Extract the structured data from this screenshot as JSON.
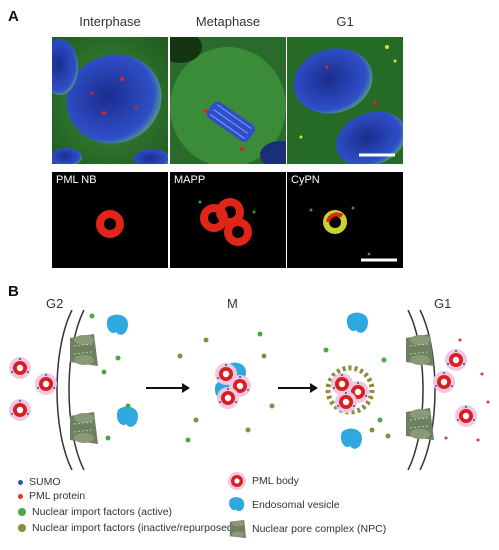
{
  "panel_a": {
    "letter": "A",
    "columns": [
      "Interphase",
      "Metaphase",
      "G1"
    ],
    "insets": [
      "PML NB",
      "MAPP",
      "CyPN"
    ]
  },
  "panel_b": {
    "letter": "B",
    "stages": [
      "G2",
      "M",
      "G1"
    ]
  },
  "legend": {
    "left": [
      {
        "label": "SUMO",
        "color": "#2a58a8"
      },
      {
        "label": "PML protein",
        "color": "#d63a2f"
      },
      {
        "label": "Nuclear import factors (active)",
        "color": "#4ca64a"
      },
      {
        "label": "Nuclear import factors (inactive/repurposed)",
        "color": "#8c8c3a"
      }
    ],
    "right": [
      {
        "label": "PML body",
        "icon": "pml-body-icon"
      },
      {
        "label": "Endosomal vesicle",
        "icon": "endosomal-vesicle-icon"
      },
      {
        "label": "Nuclear pore complex (NPC)",
        "icon": "npc-icon"
      }
    ]
  },
  "colors": {
    "nucleus": "#2f4fc8",
    "cytoplasm": "#2f7a2f",
    "pml": "#e02418",
    "vesicle": "#2fa8e0",
    "npc": "#6f7f62"
  }
}
